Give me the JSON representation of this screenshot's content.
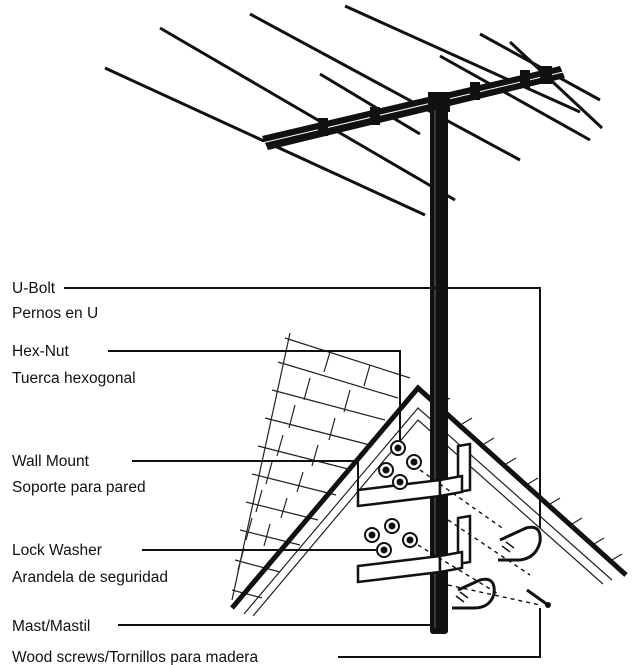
{
  "labels": {
    "u_bolt": [
      "U-Bolt",
      "Pernos en U"
    ],
    "hex_nut": [
      "Hex-Nut",
      "Tuerca hexogonal"
    ],
    "wall_mount": [
      "Wall Mount",
      "Soporte para pared"
    ],
    "lock_washer": [
      "Lock Washer",
      "Arandela de seguridad"
    ],
    "mast": "Mast/Mastil",
    "wood_screws": "Wood screws/Tornillos para madera"
  },
  "colors": {
    "ink": "#111111",
    "background": "#ffffff"
  }
}
